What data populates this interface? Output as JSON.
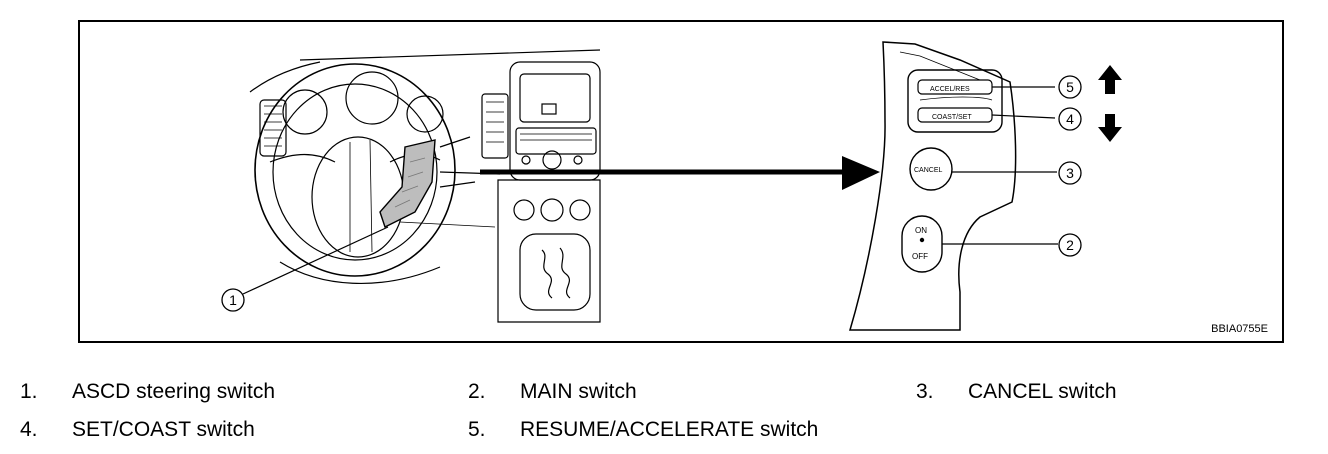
{
  "figure": {
    "code": "BBIA0755E",
    "callouts": [
      "1",
      "2",
      "3",
      "4",
      "5"
    ],
    "switch_labels": {
      "accel": "ACCEL/RES",
      "coast": "COAST/SET",
      "cancel": "CANCEL",
      "on": "ON",
      "off": "OFF"
    }
  },
  "legend": [
    {
      "num": "1.",
      "label": "ASCD steering switch"
    },
    {
      "num": "2.",
      "label": "MAIN switch"
    },
    {
      "num": "3.",
      "label": "CANCEL switch"
    },
    {
      "num": "4.",
      "label": "SET/COAST switch"
    },
    {
      "num": "5.",
      "label": "RESUME/ACCELERATE switch"
    }
  ]
}
